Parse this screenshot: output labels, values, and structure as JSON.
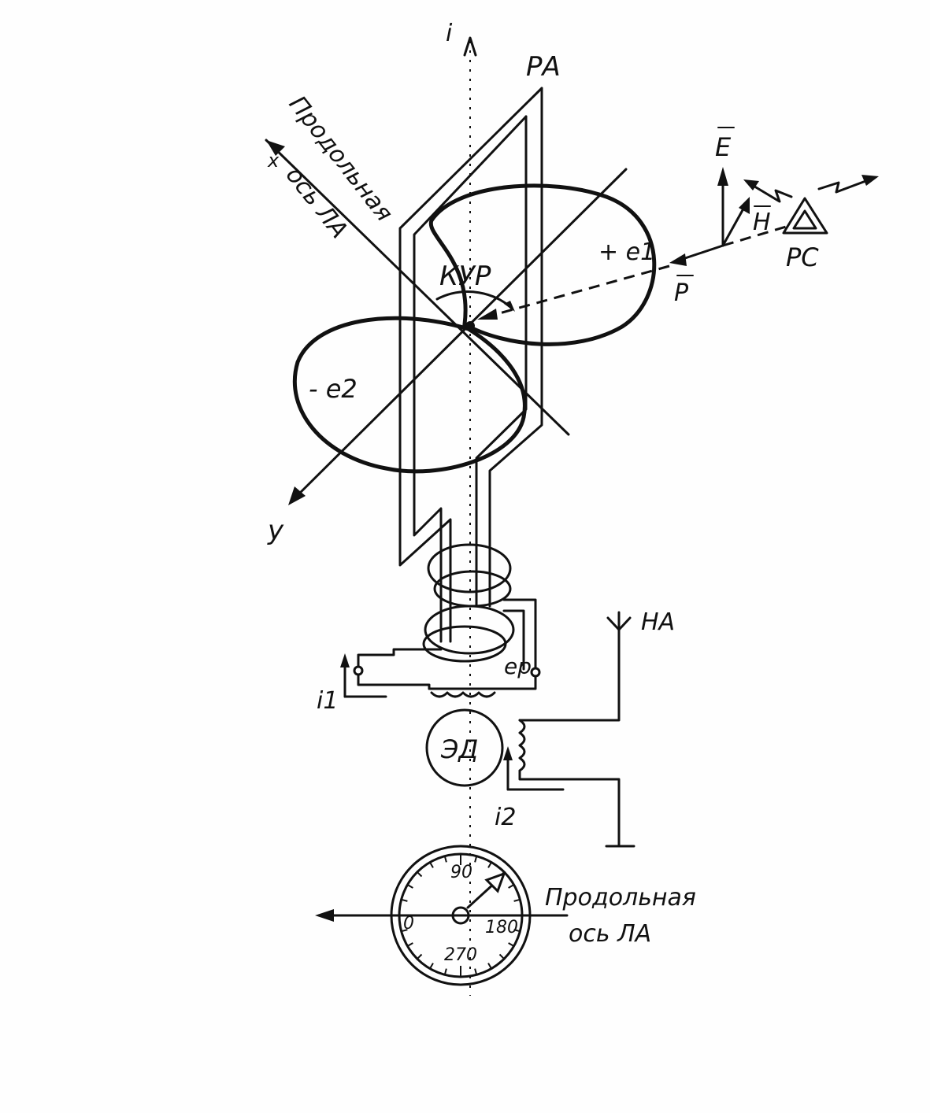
{
  "labels": {
    "axis_i": "i",
    "ra": "РА",
    "long_axis_top_1": "Продольная",
    "long_axis_top_2": "ось ЛА",
    "axis_x": "x",
    "axis_y": "y",
    "kur": "КУР",
    "e1": "+ e1",
    "e2": "- e2",
    "e_vec": "E",
    "h_vec": "H",
    "p_vec": "P",
    "pc": "РС",
    "ha": "НА",
    "ep": "ep",
    "i1": "i1",
    "i2": "i2",
    "ed": "ЭД",
    "long_axis_bottom_1": "Продольная",
    "long_axis_bottom_2": "ось ЛА"
  },
  "dial": {
    "top": "90",
    "left": "0",
    "right": "180",
    "bottom": "270"
  }
}
